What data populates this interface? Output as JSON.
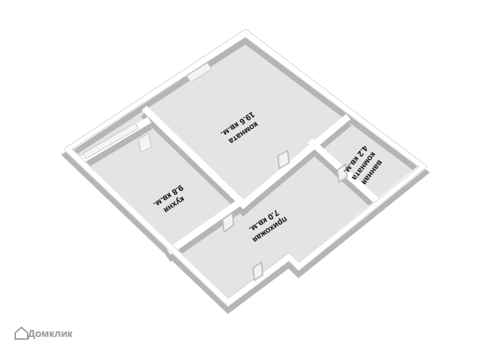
{
  "diagram": {
    "nodes": [
      {
        "text": [
          "комната",
          "19.6 кв.м."
        ]
      },
      {
        "text": [
          "кухня",
          "9.8 кв.м."
        ]
      },
      {
        "text": [
          "ванная комната",
          "4.2 кв.м."
        ]
      },
      {
        "text": [
          "прихожая",
          "7.0 кв.м."
        ]
      }
    ],
    "labels": [
      "Домклик"
    ]
  }
}
